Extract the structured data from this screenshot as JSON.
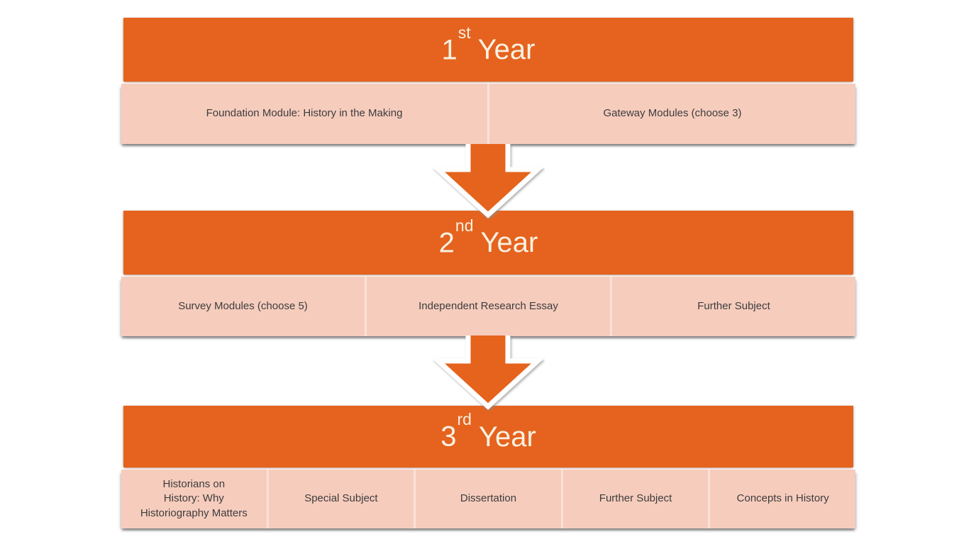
{
  "diagram": {
    "background": "#FFFFFF",
    "colors": {
      "accent_orange": "#E5631E",
      "cell_pink": "#F6CCBD",
      "divider_pink": "#FAE1D7",
      "header_text": "#F9F1E2",
      "cell_text": "#3D3D3D",
      "arrow_outline": "#FFFFFF"
    },
    "years": [
      {
        "number": "1",
        "ordinal_suffix": "st",
        "label": "Year",
        "cells": [
          "Foundation Module: History in the Making",
          "Gateway Modules (choose 3)"
        ]
      },
      {
        "number": "2",
        "ordinal_suffix": "nd",
        "label": "Year",
        "cells": [
          "Survey Modules (choose 5)",
          "Independent Research Essay",
          "Further Subject"
        ]
      },
      {
        "number": "3",
        "ordinal_suffix": "rd",
        "label": "Year",
        "cells": [
          "Historians on\nHistory:  Why\nHistoriography Matters",
          "Special Subject",
          "Dissertation",
          "Further Subject",
          "Concepts in History"
        ]
      }
    ],
    "connectors": [
      {
        "type": "down-arrow"
      },
      {
        "type": "down-arrow"
      }
    ]
  }
}
